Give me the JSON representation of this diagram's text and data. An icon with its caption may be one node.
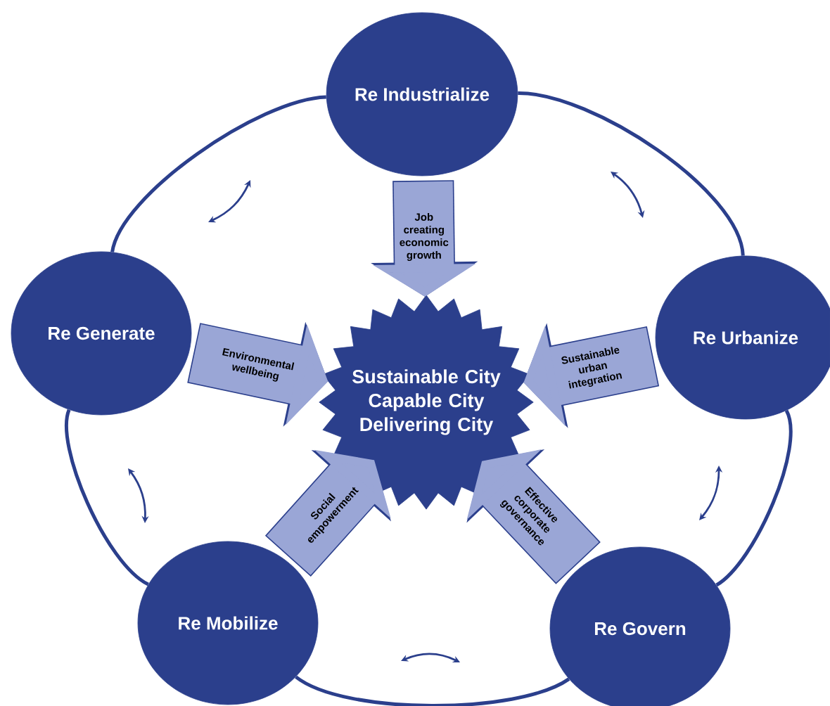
{
  "diagram": {
    "nodes": [
      {
        "text": [
          "Re Industrialize"
        ]
      },
      {
        "text": [
          "Re Generate"
        ]
      },
      {
        "text": [
          "Sustainable City Capable City Delivering City"
        ]
      },
      {
        "text": [
          "Re Urbanize"
        ]
      },
      {
        "text": [
          "Re Mobilize"
        ]
      },
      {
        "text": [
          "Re Govern"
        ]
      }
    ],
    "edges": [
      {
        "from": 0,
        "to": 1,
        "arrow": "none"
      },
      {
        "from": 0,
        "to": 3,
        "arrow": "none"
      },
      {
        "from": 1,
        "to": 4,
        "arrow": "none"
      },
      {
        "from": 3,
        "to": 5,
        "arrow": "none"
      },
      {
        "from": 4,
        "to": 5,
        "arrow": "none"
      },
      {
        "from": 0,
        "to": 2,
        "arrow": "to",
        "label": "Job creating economic growth",
        "style": "thick",
        "color": "#9aa6d6"
      },
      {
        "from": 1,
        "to": 2,
        "arrow": "to",
        "label": "Environmental wellbeing",
        "style": "thick",
        "color": "#9aa6d6"
      },
      {
        "from": 3,
        "to": 2,
        "arrow": "to",
        "label": "Sustainable urban integration",
        "style": "thick",
        "color": "#9aa6d6"
      },
      {
        "from": 4,
        "to": 2,
        "arrow": "to",
        "label": "Social empowerment",
        "style": "thick",
        "color": "#9aa6d6"
      },
      {
        "from": 5,
        "to": 2,
        "arrow": "to",
        "label": "Effective corporate governance",
        "style": "thick",
        "color": "#9aa6d6"
      }
    ]
  }
}
